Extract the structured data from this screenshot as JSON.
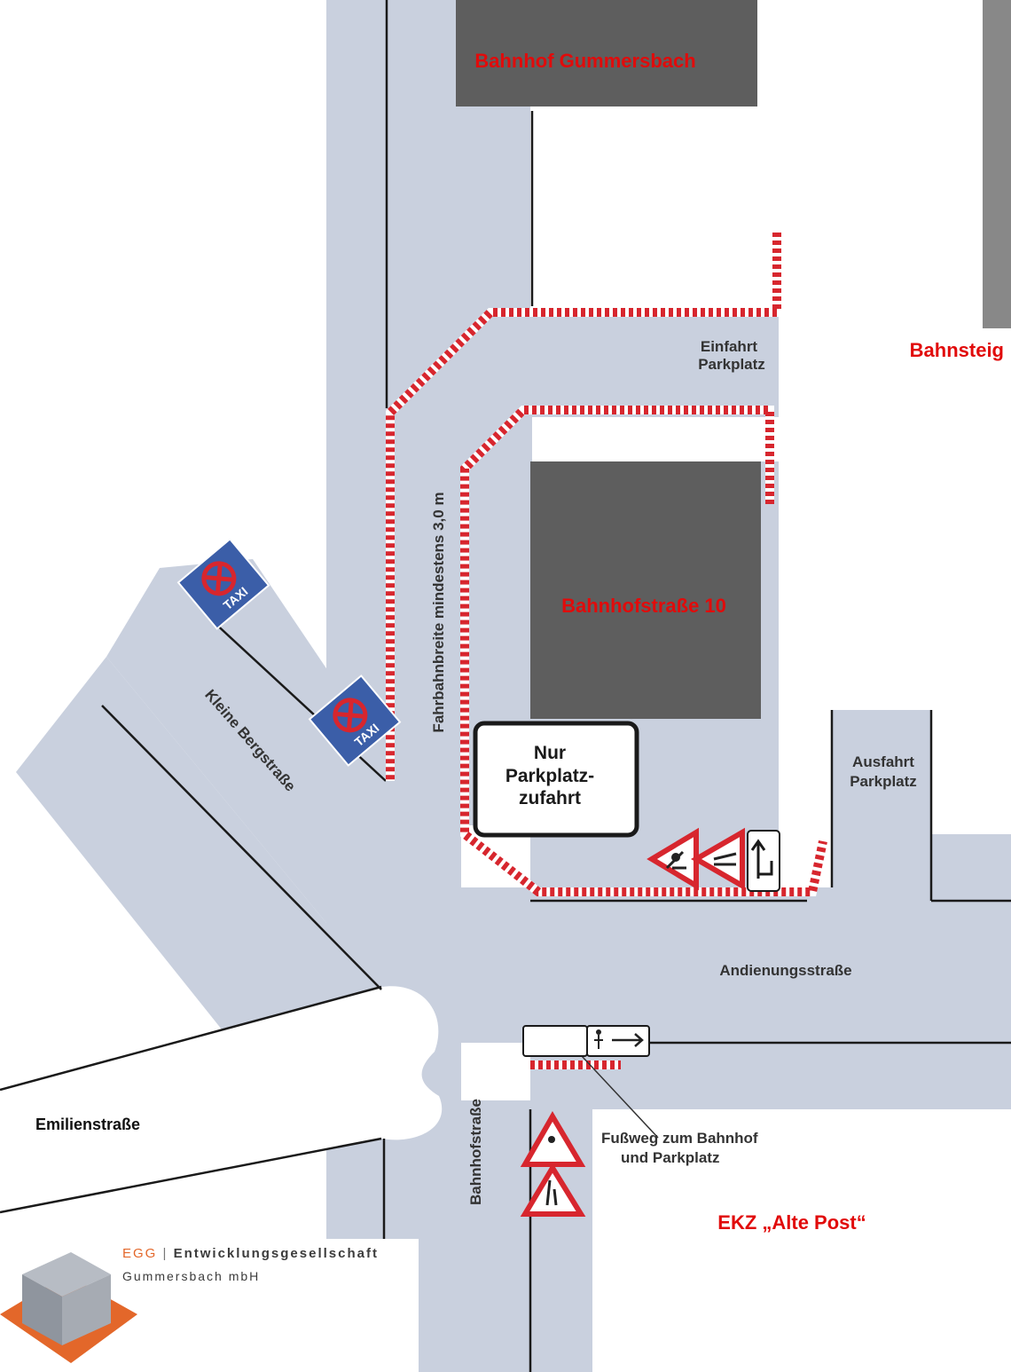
{
  "map": {
    "buildings": {
      "station": "Bahnhof Gummersbach",
      "building10": "Bahnhofstraße 10"
    },
    "labels": {
      "platform": "Bahnsteig",
      "mall": "EKZ „Alte Post“",
      "emilien": "Emilienstraße",
      "kleine_berg": "Kleine Bergstraße",
      "bahnhof_str": "Bahnhofstraße",
      "andienung": "Andienungsstraße",
      "einfahrt_1": "Einfahrt",
      "einfahrt_2": "Parkplatz",
      "ausfahrt_1": "Ausfahrt",
      "ausfahrt_2": "Parkplatz",
      "fahrbahn": "Fahrbahnbreite mindestens 3,0 m",
      "footpath_1": "Fußweg zum Bahnhof",
      "footpath_2": "und Parkplatz"
    },
    "signs": {
      "parking_1": "Nur",
      "parking_2": "Parkplatz-",
      "parking_3": "zufahrt",
      "taxi": "TAXI"
    },
    "colors": {
      "road": "#c9d0de",
      "building": "#5e5e5e",
      "tape_red": "#d7262e",
      "label_red": "#e10b0b",
      "sign_blue": "#3b5ea8",
      "logo_orange": "#e3672a"
    }
  },
  "logo": {
    "abbr": "EGG",
    "separator": "|",
    "name": "Entwicklungsgesellschaft",
    "city": "Gummersbach mbH"
  }
}
